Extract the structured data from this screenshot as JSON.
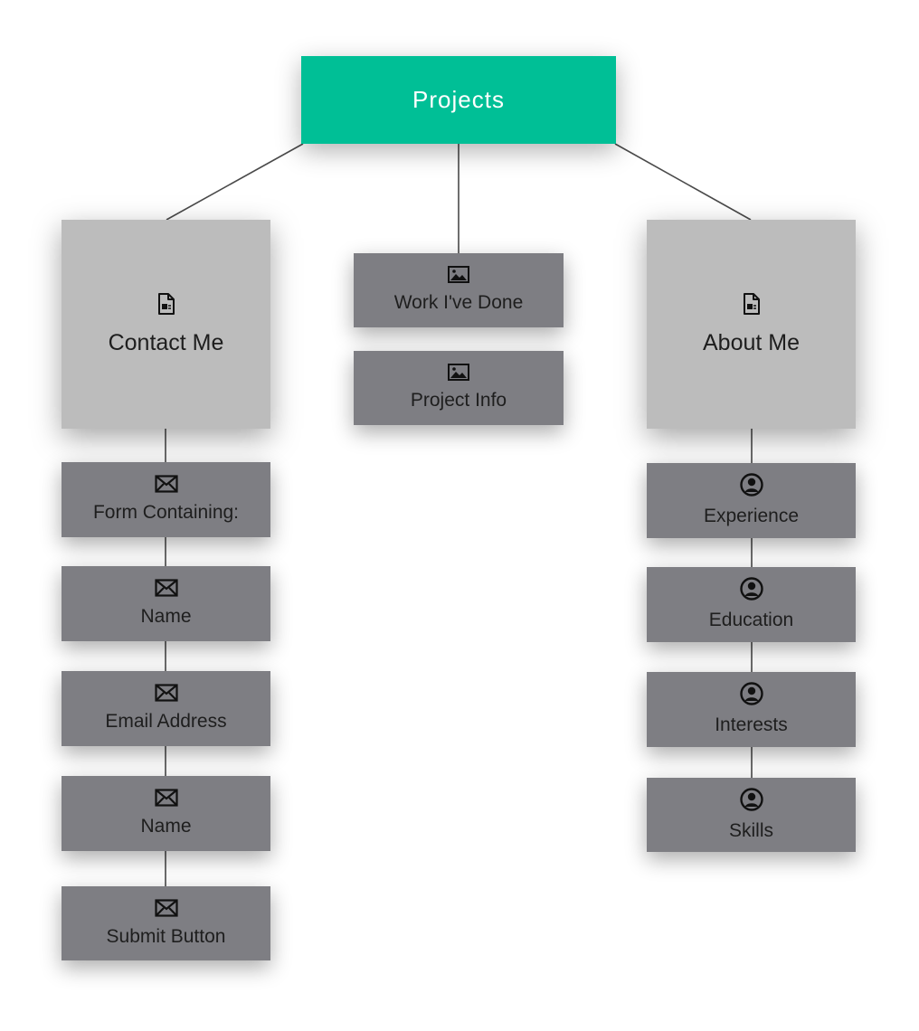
{
  "root": {
    "label": "Projects",
    "color": "#00bf96"
  },
  "branches": {
    "contact": {
      "label": "Contact Me",
      "icon": "document-icon",
      "children": [
        {
          "label": "Form Containing:",
          "icon": "envelope-icon"
        },
        {
          "label": "Name",
          "icon": "envelope-icon"
        },
        {
          "label": "Email Address",
          "icon": "envelope-icon"
        },
        {
          "label": "Name",
          "icon": "envelope-icon"
        },
        {
          "label": "Submit Button",
          "icon": "envelope-icon"
        }
      ]
    },
    "work": {
      "children": [
        {
          "label": "Work I've Done",
          "icon": "image-icon"
        },
        {
          "label": "Project Info",
          "icon": "image-icon"
        }
      ]
    },
    "about": {
      "label": "About Me",
      "icon": "document-icon",
      "children": [
        {
          "label": "Experience",
          "icon": "person-icon"
        },
        {
          "label": "Education",
          "icon": "person-icon"
        },
        {
          "label": "Interests",
          "icon": "person-icon"
        },
        {
          "label": "Skills",
          "icon": "person-icon"
        }
      ]
    }
  },
  "colors": {
    "root_fill": "#00bf96",
    "section_fill": "#bcbcbc",
    "leaf_fill": "#7e7e83",
    "connector": "#4a4a4a"
  }
}
